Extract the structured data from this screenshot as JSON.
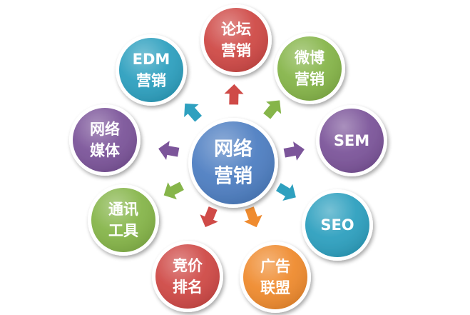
{
  "diagram": {
    "center": {
      "lines": [
        "网络",
        "营销"
      ],
      "color": "#4f7fc2"
    },
    "satellites": [
      {
        "key": "forum",
        "lines": [
          "论坛",
          "营销"
        ],
        "color": "#cf4a47",
        "icon": "arrow-up"
      },
      {
        "key": "weibo",
        "lines": [
          "微博",
          "营销"
        ],
        "color": "#86b54a",
        "icon": "arrow-up-right"
      },
      {
        "key": "sem",
        "lines": [
          "SEM"
        ],
        "color": "#7c559a",
        "icon": "arrow-right"
      },
      {
        "key": "seo",
        "lines": [
          "SEO"
        ],
        "color": "#2ea0bf",
        "icon": "arrow-down-right"
      },
      {
        "key": "ad-union",
        "lines": [
          "广告",
          "联盟"
        ],
        "color": "#ef8b2f",
        "icon": "arrow-down-right"
      },
      {
        "key": "bidding",
        "lines": [
          "竞价",
          "排名"
        ],
        "color": "#cf4a47",
        "icon": "arrow-down-left"
      },
      {
        "key": "im-tools",
        "lines": [
          "通讯",
          "工具"
        ],
        "color": "#86b54a",
        "icon": "arrow-down-left"
      },
      {
        "key": "media",
        "lines": [
          "网络",
          "媒体"
        ],
        "color": "#7c559a",
        "icon": "arrow-left"
      },
      {
        "key": "edm",
        "lines": [
          "EDM",
          "营销"
        ],
        "color": "#2ea0bf",
        "icon": "arrow-up-left"
      }
    ]
  }
}
